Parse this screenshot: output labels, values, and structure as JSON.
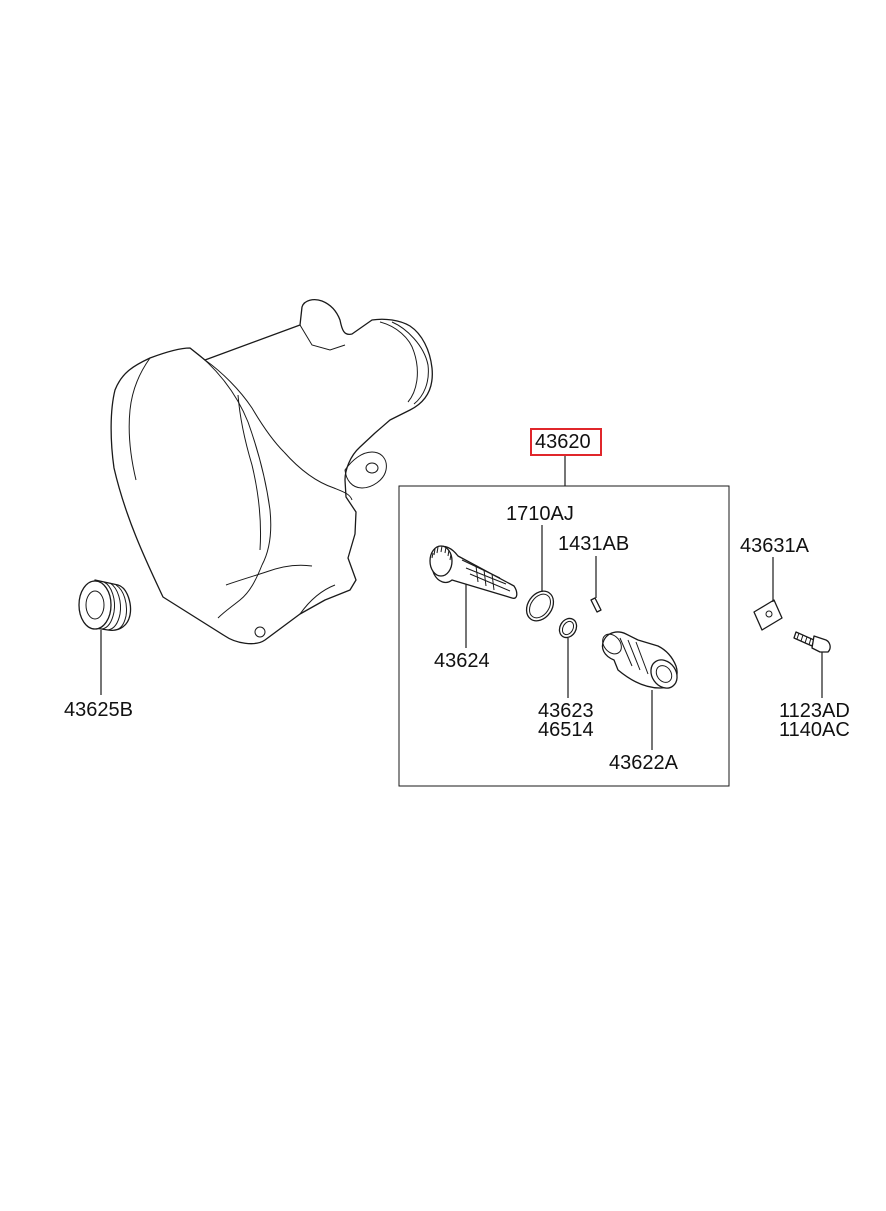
{
  "diagram": {
    "selected_part": "43620",
    "highlight_color": "#e0262b",
    "labels": {
      "p43620": "43620",
      "p1710AJ": "1710AJ",
      "p1431AB": "1431AB",
      "p43631A": "43631A",
      "p43624": "43624",
      "p43625B": "43625B",
      "p43623": "43623",
      "p46514": "46514",
      "p43622A": "43622A",
      "p1123AD": "1123AD",
      "p1140AC": "1140AC"
    },
    "parts": [
      {
        "name": "transmission-housing"
      },
      {
        "name": "speedometer-driven-gear-assembly"
      },
      {
        "name": "o-ring"
      },
      {
        "name": "pin"
      },
      {
        "name": "driven-gear"
      },
      {
        "name": "oil-seal"
      },
      {
        "name": "sleeve"
      },
      {
        "name": "locking-plate"
      },
      {
        "name": "bolt"
      },
      {
        "name": "plug"
      }
    ]
  }
}
